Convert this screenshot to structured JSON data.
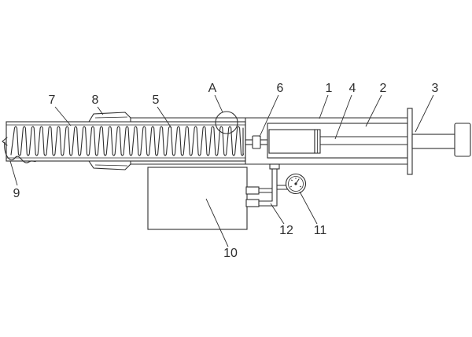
{
  "colors": {
    "line": "#2e2e2e",
    "background": "#ffffff"
  },
  "callouts": [
    "7",
    "8",
    "5",
    "A",
    "6",
    "1",
    "4",
    "2",
    "3",
    "9",
    "10",
    "12",
    "11"
  ]
}
